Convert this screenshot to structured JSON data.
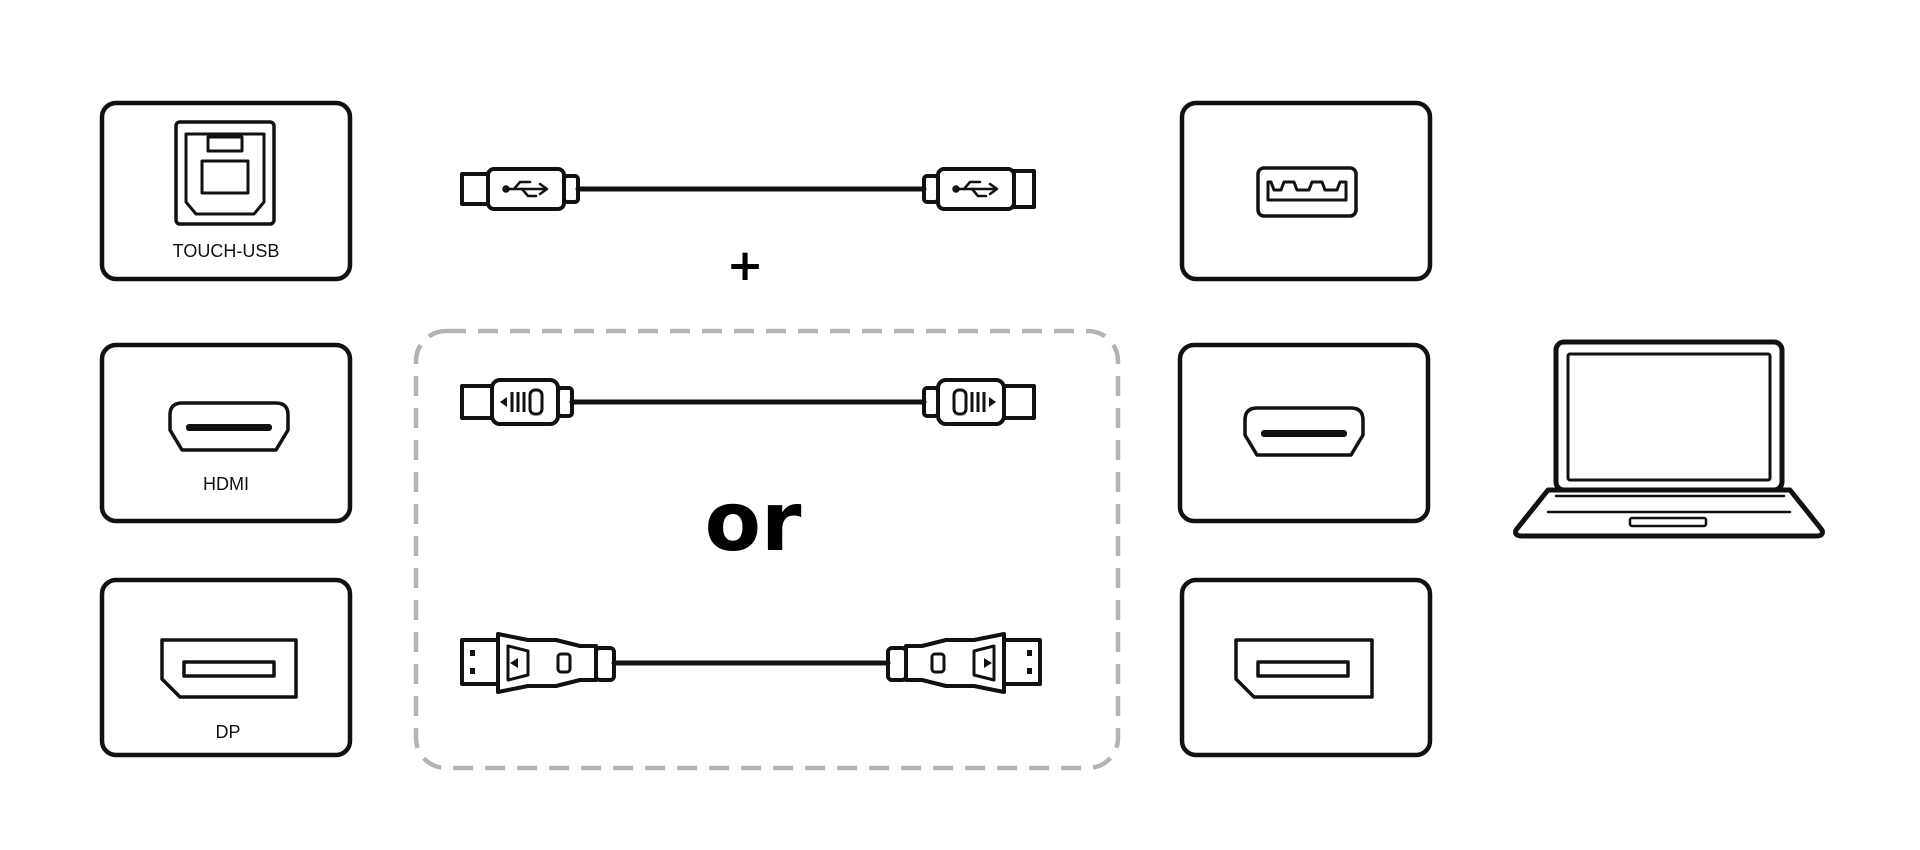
{
  "ports_left": {
    "touch_usb_label": "TOUCH-USB",
    "hdmi_label": "HDMI",
    "dp_label": "DP"
  },
  "operators": {
    "plus": "+",
    "or": "or"
  },
  "icons": {
    "usb_b_port": "usb-b-port-icon",
    "usb_a_port": "usb-a-port-icon",
    "hdmi_port": "hdmi-port-icon",
    "dp_port": "displayport-port-icon",
    "usb_cable": "usb-cable-icon",
    "hdmi_cable": "hdmi-cable-icon",
    "dp_cable": "displayport-cable-icon",
    "laptop": "laptop-icon"
  },
  "colors": {
    "line": "#111111",
    "dashed_border": "#b3b3b3",
    "background": "#ffffff"
  }
}
